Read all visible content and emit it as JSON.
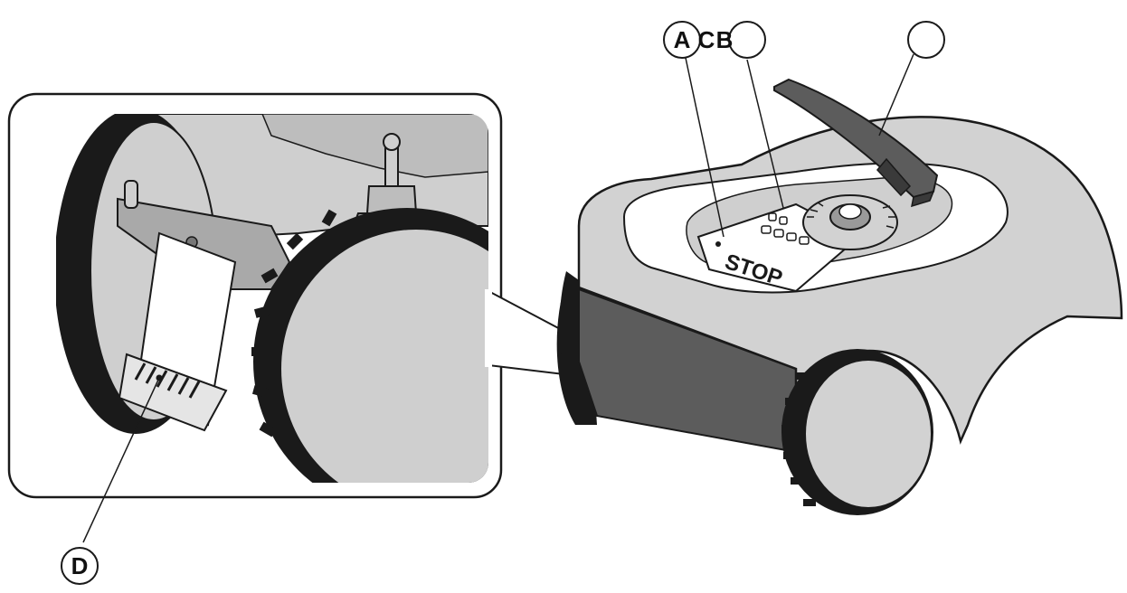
{
  "callouts": {
    "a_label": "A",
    "c_label": "C",
    "b_label": "B",
    "d_label": "D"
  },
  "mower": {
    "stop_label": "STOP"
  },
  "colors": {
    "body_gray": "#d2d2d2",
    "dark_gray": "#5c5c5c",
    "mid_gray": "#a9a9a9",
    "line": "#1a1a1a",
    "white": "#ffffff"
  }
}
